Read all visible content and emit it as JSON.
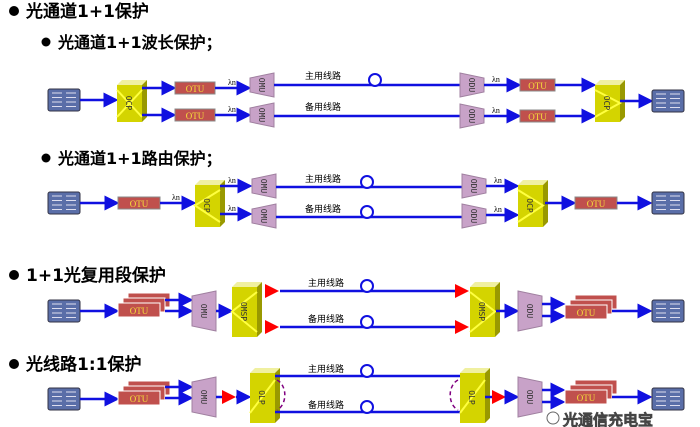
{
  "headings": {
    "s1": "光通道1+1保护",
    "s1a": "光通道1+1波长保护；",
    "s1b": "光通道1+1路由保护；",
    "s2": "1+1光复用段保护",
    "s3": "光线路1:1保护"
  },
  "labels": {
    "main_line": "主用线路",
    "backup_line": "备用线路",
    "otu": "OTU",
    "omu": "OMU",
    "odu": "ODU",
    "ocp": "OCP",
    "omsp": "OMSP",
    "olp": "OLP",
    "lambda_n": "λn"
  },
  "watermark": "光通信充电宝",
  "colors": {
    "fiber": "#1010e0",
    "otu": "#c0504d",
    "mux": "#c8a2c8",
    "switch": "#d4d400",
    "amplifier": "#ff0000",
    "router": "#5a6ea8"
  }
}
